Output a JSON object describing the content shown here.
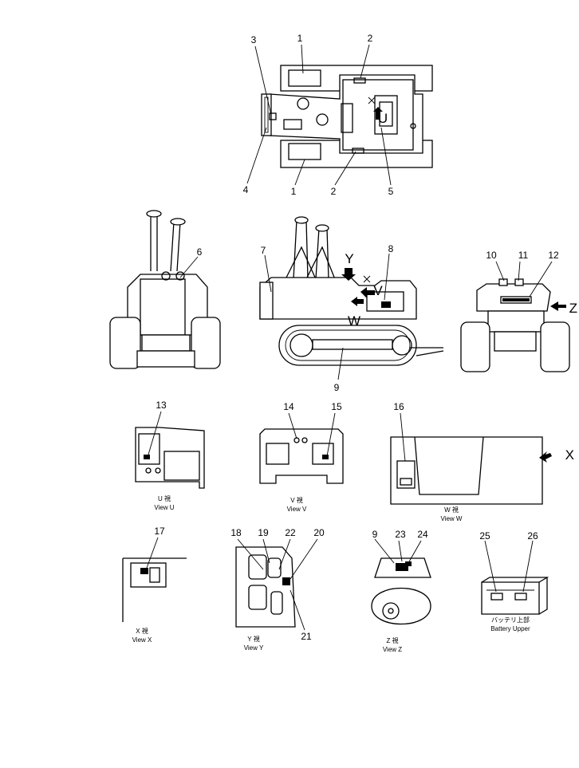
{
  "callouts": [
    "1",
    "2",
    "3",
    "4",
    "1",
    "2",
    "5",
    "6",
    "7",
    "8",
    "9",
    "10",
    "11",
    "12",
    "13",
    "14",
    "15",
    "16",
    "17",
    "18",
    "19",
    "22",
    "20",
    "21",
    "9",
    "23",
    "24",
    "25",
    "26"
  ],
  "view_letters": {
    "y": "Y",
    "v": "V",
    "u": "U",
    "w": "W",
    "x": "X",
    "z": "Z"
  },
  "captions": {
    "view_u_jp": "U 視",
    "view_u": "View U",
    "view_v_jp": "V 視",
    "view_v": "View V",
    "view_w_jp": "W 視",
    "view_w": "View W",
    "view_x_jp": "X 視",
    "view_x": "View X",
    "view_y_jp": "Y 視",
    "view_y": "View Y",
    "view_z_jp": "Z 視",
    "view_z": "View Z",
    "battery_jp": "バッテリ上部",
    "battery": "Battery Upper"
  }
}
